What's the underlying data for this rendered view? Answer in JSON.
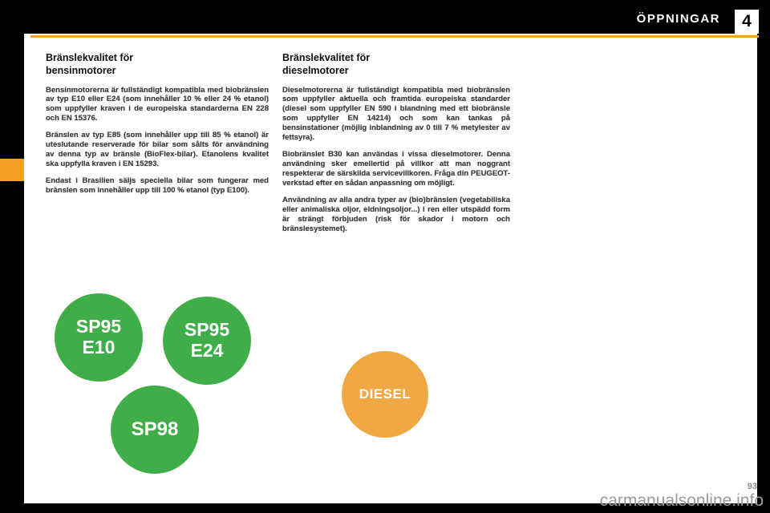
{
  "header": {
    "chapter_title": "ÖPPNINGAR",
    "chapter_number": "4"
  },
  "footer": {
    "page_number": "93",
    "watermark": "carmanualsonline.info"
  },
  "petrol": {
    "heading_line1": "Bränslekvalitet för",
    "heading_line2": "bensinmotorer",
    "paragraphs": [
      "Bensinmotorerna är fullständigt kompatibla med biobränslen av typ E10 eller E24 (som innehåller 10 % eller 24 % etanol) som uppfyller kraven i de europeiska standarderna EN 228 och EN 15376.",
      "Bränslen av typ E85 (som innehåller upp till 85 % etanol) är uteslutande reserverade för bilar som sålts för användning av denna typ av bränsle (BioFlex-bilar). Etanolens kvalitet ska uppfylla kraven i EN 15293.",
      "Endast i Brasilien säljs speciella bilar som fungerar med bränslen som innehåller upp till 100 % etanol (typ E100)."
    ]
  },
  "diesel": {
    "heading_line1": "Bränslekvalitet för",
    "heading_line2": "dieselmotorer",
    "paragraphs": [
      "Dieselmotorerna är fullständigt kompatibla med biobränslen som uppfyller aktuella och framtida europeiska standarder (diesel som uppfyller EN 590 i blandning med ett biobränsle som uppfyller EN 14214) och som kan tankas på bensinstationer (möjlig inblandning av 0 till 7 % metylester av fettsyra).",
      "Biobränslet B30 kan användas i vissa dieselmotorer. Denna användning sker emellertid på villkor att man noggrant respekterar de särskilda servicevillkoren. Fråga din PEUGEOT-verkstad efter en sådan anpassning om möjligt.",
      "Användning av alla andra typer av (bio)bränslen (vegetabiliska eller animaliska oljor, eldningsoljor...) i ren eller utspädd form är strängt förbjuden (risk för skador i motorn och bränslesystemet)."
    ]
  },
  "badges": [
    {
      "line1": "SP95",
      "line2": "E10"
    },
    {
      "line1": "SP95",
      "line2": "E24"
    },
    {
      "line1": "SP98"
    },
    {
      "line1": "DIESEL"
    }
  ],
  "colors": {
    "accent_orange": "#f2a124",
    "petrol_green": "#3fae49",
    "diesel_orange": "#efa844"
  }
}
